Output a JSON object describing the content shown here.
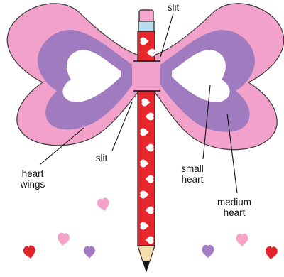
{
  "labels": {
    "slit_top": "slit",
    "slit_bottom": "slit",
    "heart_wings_line1": "heart",
    "heart_wings_line2": "wings",
    "small_heart_line1": "small",
    "small_heart_line2": "heart",
    "medium_heart_line1": "medium",
    "medium_heart_line2": "heart"
  },
  "colors": {
    "wing_pink": "#f2a1cb",
    "medium_heart_purple": "#a07bbf",
    "small_heart": "#ffffff",
    "pencil_red": "#e8262d",
    "eraser_pink": "#f4a7cc",
    "ferrule_blue": "#b9dcef",
    "wood_tan": "#f4dcab",
    "lead": "#111111",
    "confetti_red": "#e1232b",
    "confetti_pink": "#f5a3c8",
    "confetti_purple": "#a27bc2"
  },
  "icons": [
    "heart-icon"
  ]
}
